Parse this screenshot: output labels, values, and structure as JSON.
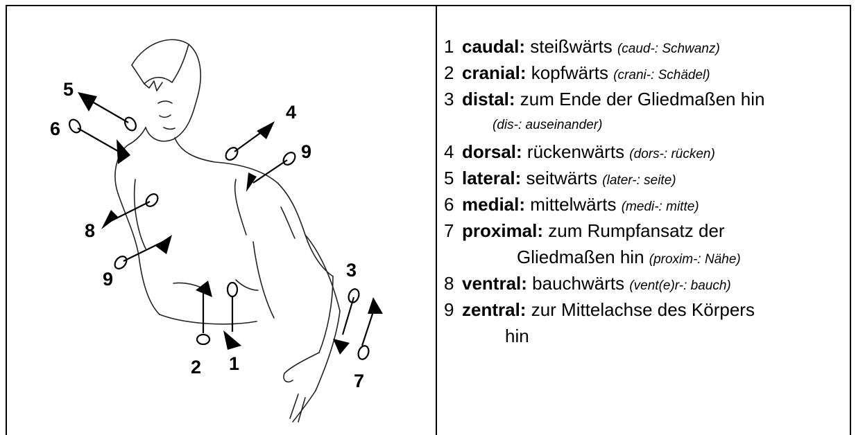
{
  "figure": {
    "labels": {
      "n1": "1",
      "n2": "2",
      "n3": "3",
      "n4": "4",
      "n5": "5",
      "n6": "6",
      "n7": "7",
      "n8": "8",
      "n9a": "9",
      "n9b": "9"
    }
  },
  "legend": {
    "items": [
      {
        "num": "1",
        "term": "caudal:",
        "desc": " steißwärts ",
        "ety": "(caud-: Schwanz)"
      },
      {
        "num": "2",
        "term": "cranial:",
        "desc": " kopfwärts ",
        "ety": "(crani-: Schädel)"
      },
      {
        "num": "3",
        "term": "distal:",
        "desc": " zum Ende der Gliedmaßen hin"
      },
      {
        "ety": "(dis-: auseinander)"
      },
      {
        "num": "4",
        "term": "dorsal:",
        "desc": " rückenwärts ",
        "ety": "(dors-: rücken)"
      },
      {
        "num": "5",
        "term": "lateral:",
        "desc": " seitwärts ",
        "ety": "(later-: seite)"
      },
      {
        "num": "6",
        "term": "medial:",
        "desc": " mittelwärts ",
        "ety": "(medi-: mitte)"
      },
      {
        "num": "7",
        "term": "proximal:",
        "desc": " zum Rumpfansatz der"
      },
      {
        "desc": "Gliedmaßen hin ",
        "ety": "(proxim-: Nähe)"
      },
      {
        "num": "8",
        "term": "ventral:",
        "desc": " bauchwärts ",
        "ety": "(vent(e)r-: bauch)"
      },
      {
        "num": "9",
        "term": "zentral:",
        "desc": " zur Mittelachse des Körpers"
      },
      {
        "desc": "hin"
      }
    ]
  }
}
